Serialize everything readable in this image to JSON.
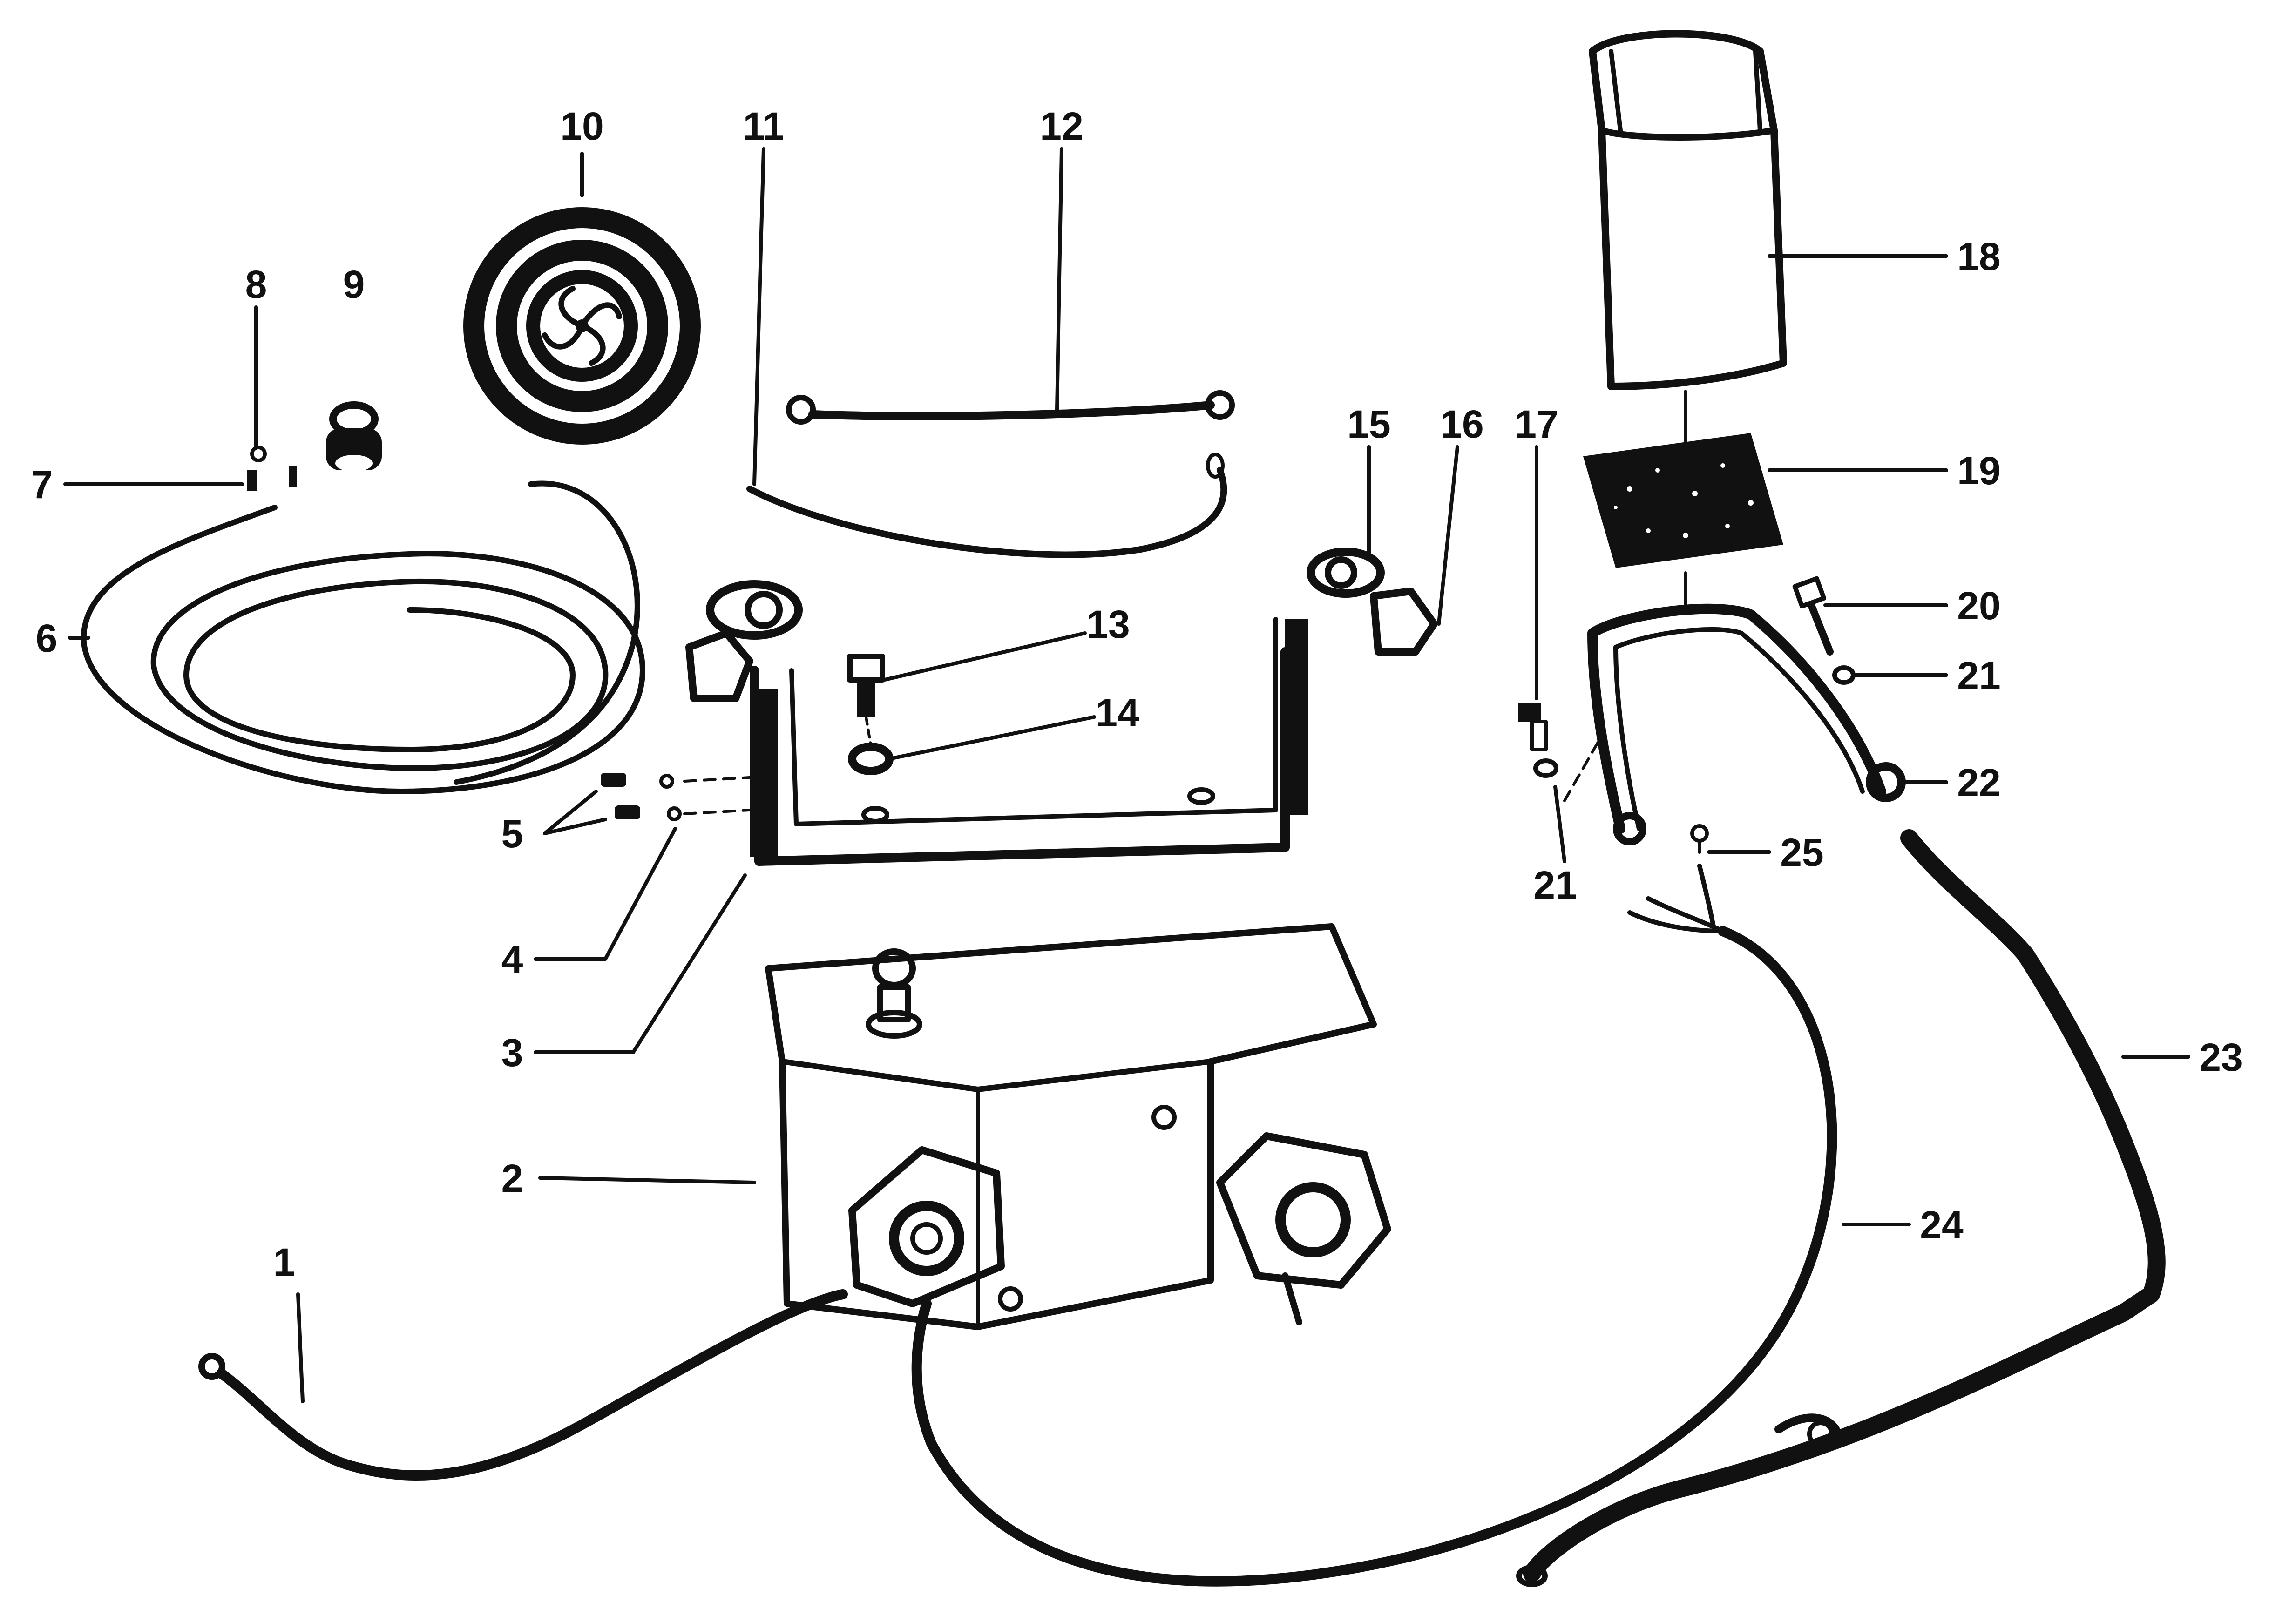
{
  "diagram": {
    "callouts": [
      {
        "id": "1",
        "text": "1"
      },
      {
        "id": "2",
        "text": "2"
      },
      {
        "id": "3",
        "text": "3"
      },
      {
        "id": "4",
        "text": "4"
      },
      {
        "id": "5",
        "text": "5"
      },
      {
        "id": "6",
        "text": "6"
      },
      {
        "id": "7",
        "text": "7"
      },
      {
        "id": "8",
        "text": "8"
      },
      {
        "id": "9",
        "text": "9"
      },
      {
        "id": "10",
        "text": "10"
      },
      {
        "id": "11",
        "text": "11"
      },
      {
        "id": "12",
        "text": "12"
      },
      {
        "id": "13",
        "text": "13"
      },
      {
        "id": "14",
        "text": "14"
      },
      {
        "id": "15",
        "text": "15"
      },
      {
        "id": "16",
        "text": "16"
      },
      {
        "id": "17",
        "text": "17"
      },
      {
        "id": "18",
        "text": "18"
      },
      {
        "id": "19",
        "text": "19"
      },
      {
        "id": "20",
        "text": "20"
      },
      {
        "id": "21a",
        "text": "21"
      },
      {
        "id": "21b",
        "text": "21"
      },
      {
        "id": "22",
        "text": "22"
      },
      {
        "id": "23",
        "text": "23"
      },
      {
        "id": "24",
        "text": "24"
      },
      {
        "id": "25",
        "text": "25"
      }
    ]
  }
}
